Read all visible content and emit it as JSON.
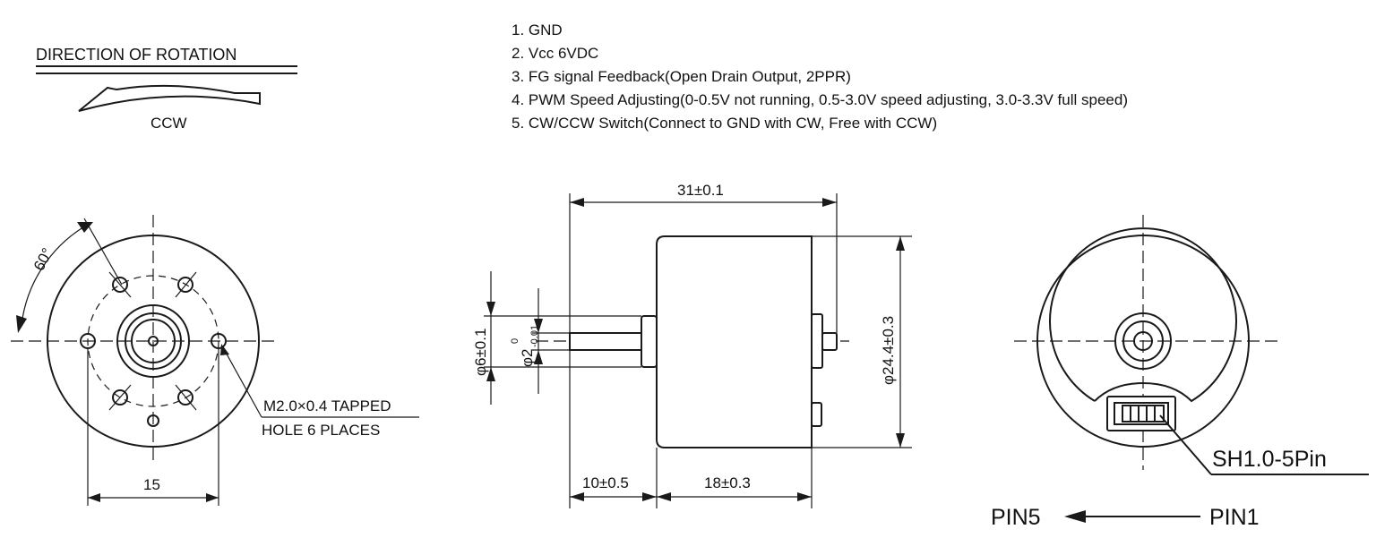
{
  "rotation": {
    "heading": "DIRECTION OF ROTATION",
    "direction": "CCW"
  },
  "pins": [
    "1. GND",
    "2. Vcc 6VDC",
    "3. FG signal Feedback(Open Drain Output, 2PPR)",
    "4. PWM Speed Adjusting(0-0.5V not running, 0.5-3.0V speed adjusting, 3.0-3.3V full speed)",
    "5. CW/CCW Switch(Connect to GND with CW, Free with CCW)"
  ],
  "front_view": {
    "angle": "60°",
    "hole_note_line1": "M2.0×0.4 TAPPED",
    "hole_note_line2": "HOLE 6 PLACES",
    "bolt_spacing": "15"
  },
  "side_view": {
    "total_length": "31±0.1",
    "shaft_length": "10±0.5",
    "body_length": "18±0.3",
    "diameter": "φ24.4±0.3",
    "boss_diameter": "φ6±0.1",
    "shaft_diameter": "φ2",
    "shaft_tol_upper": "0",
    "shaft_tol_lower": "-0.01"
  },
  "rear_view": {
    "connector": "SH1.0-5Pin",
    "pin_from": "PIN5",
    "pin_to": "PIN1"
  }
}
